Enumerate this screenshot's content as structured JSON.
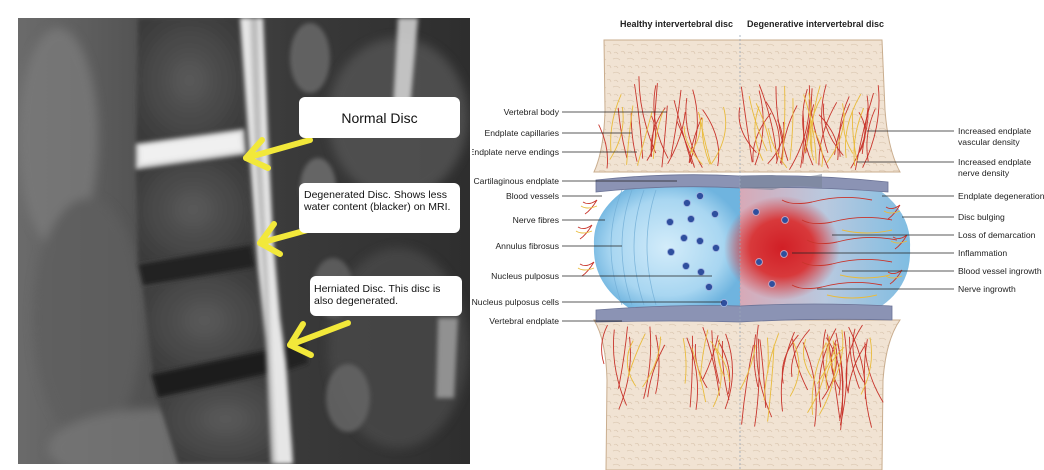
{
  "mri": {
    "callouts": {
      "normal": "Normal Disc",
      "degenerated": "Degenerated Disc. Shows less water content (blacker) on MRI.",
      "herniated": "Herniated Disc. This disc is also degenerated."
    },
    "arrow_color": "#f2e83a"
  },
  "diagram": {
    "titles": {
      "healthy": "Healthy intervertebral disc",
      "degenerative": "Degenerative intervertebral disc"
    },
    "left_labels": [
      "Vertebral body",
      "Endplate capillaries",
      "Endplate nerve endings",
      "Cartilaginous endplate",
      "Blood vessels",
      "Nerve fibres",
      "Annulus fibrosus",
      "Nucleus pulposus",
      "Nucleus pulposus cells",
      "Vertebral endplate"
    ],
    "right_labels": [
      {
        "line1": "Increased endplate",
        "line2": "vascular density"
      },
      {
        "line1": "Increased endplate",
        "line2": "nerve density"
      },
      {
        "line1": "Endplate degeneration",
        "line2": ""
      },
      {
        "line1": "Disc bulging",
        "line2": ""
      },
      {
        "line1": "Loss of demarcation",
        "line2": ""
      },
      {
        "line1": "Inflammation",
        "line2": ""
      },
      {
        "line1": "Blood vessel ingrowth",
        "line2": ""
      },
      {
        "line1": "Nerve ingrowth",
        "line2": ""
      }
    ],
    "colors": {
      "bone": "#f1e3d3",
      "disc": "#9fd0ee",
      "endplate": "#8b93b4",
      "inflammation": "#d11f26",
      "vessel": "#c8352c",
      "nerve": "#e9bb3c"
    }
  }
}
